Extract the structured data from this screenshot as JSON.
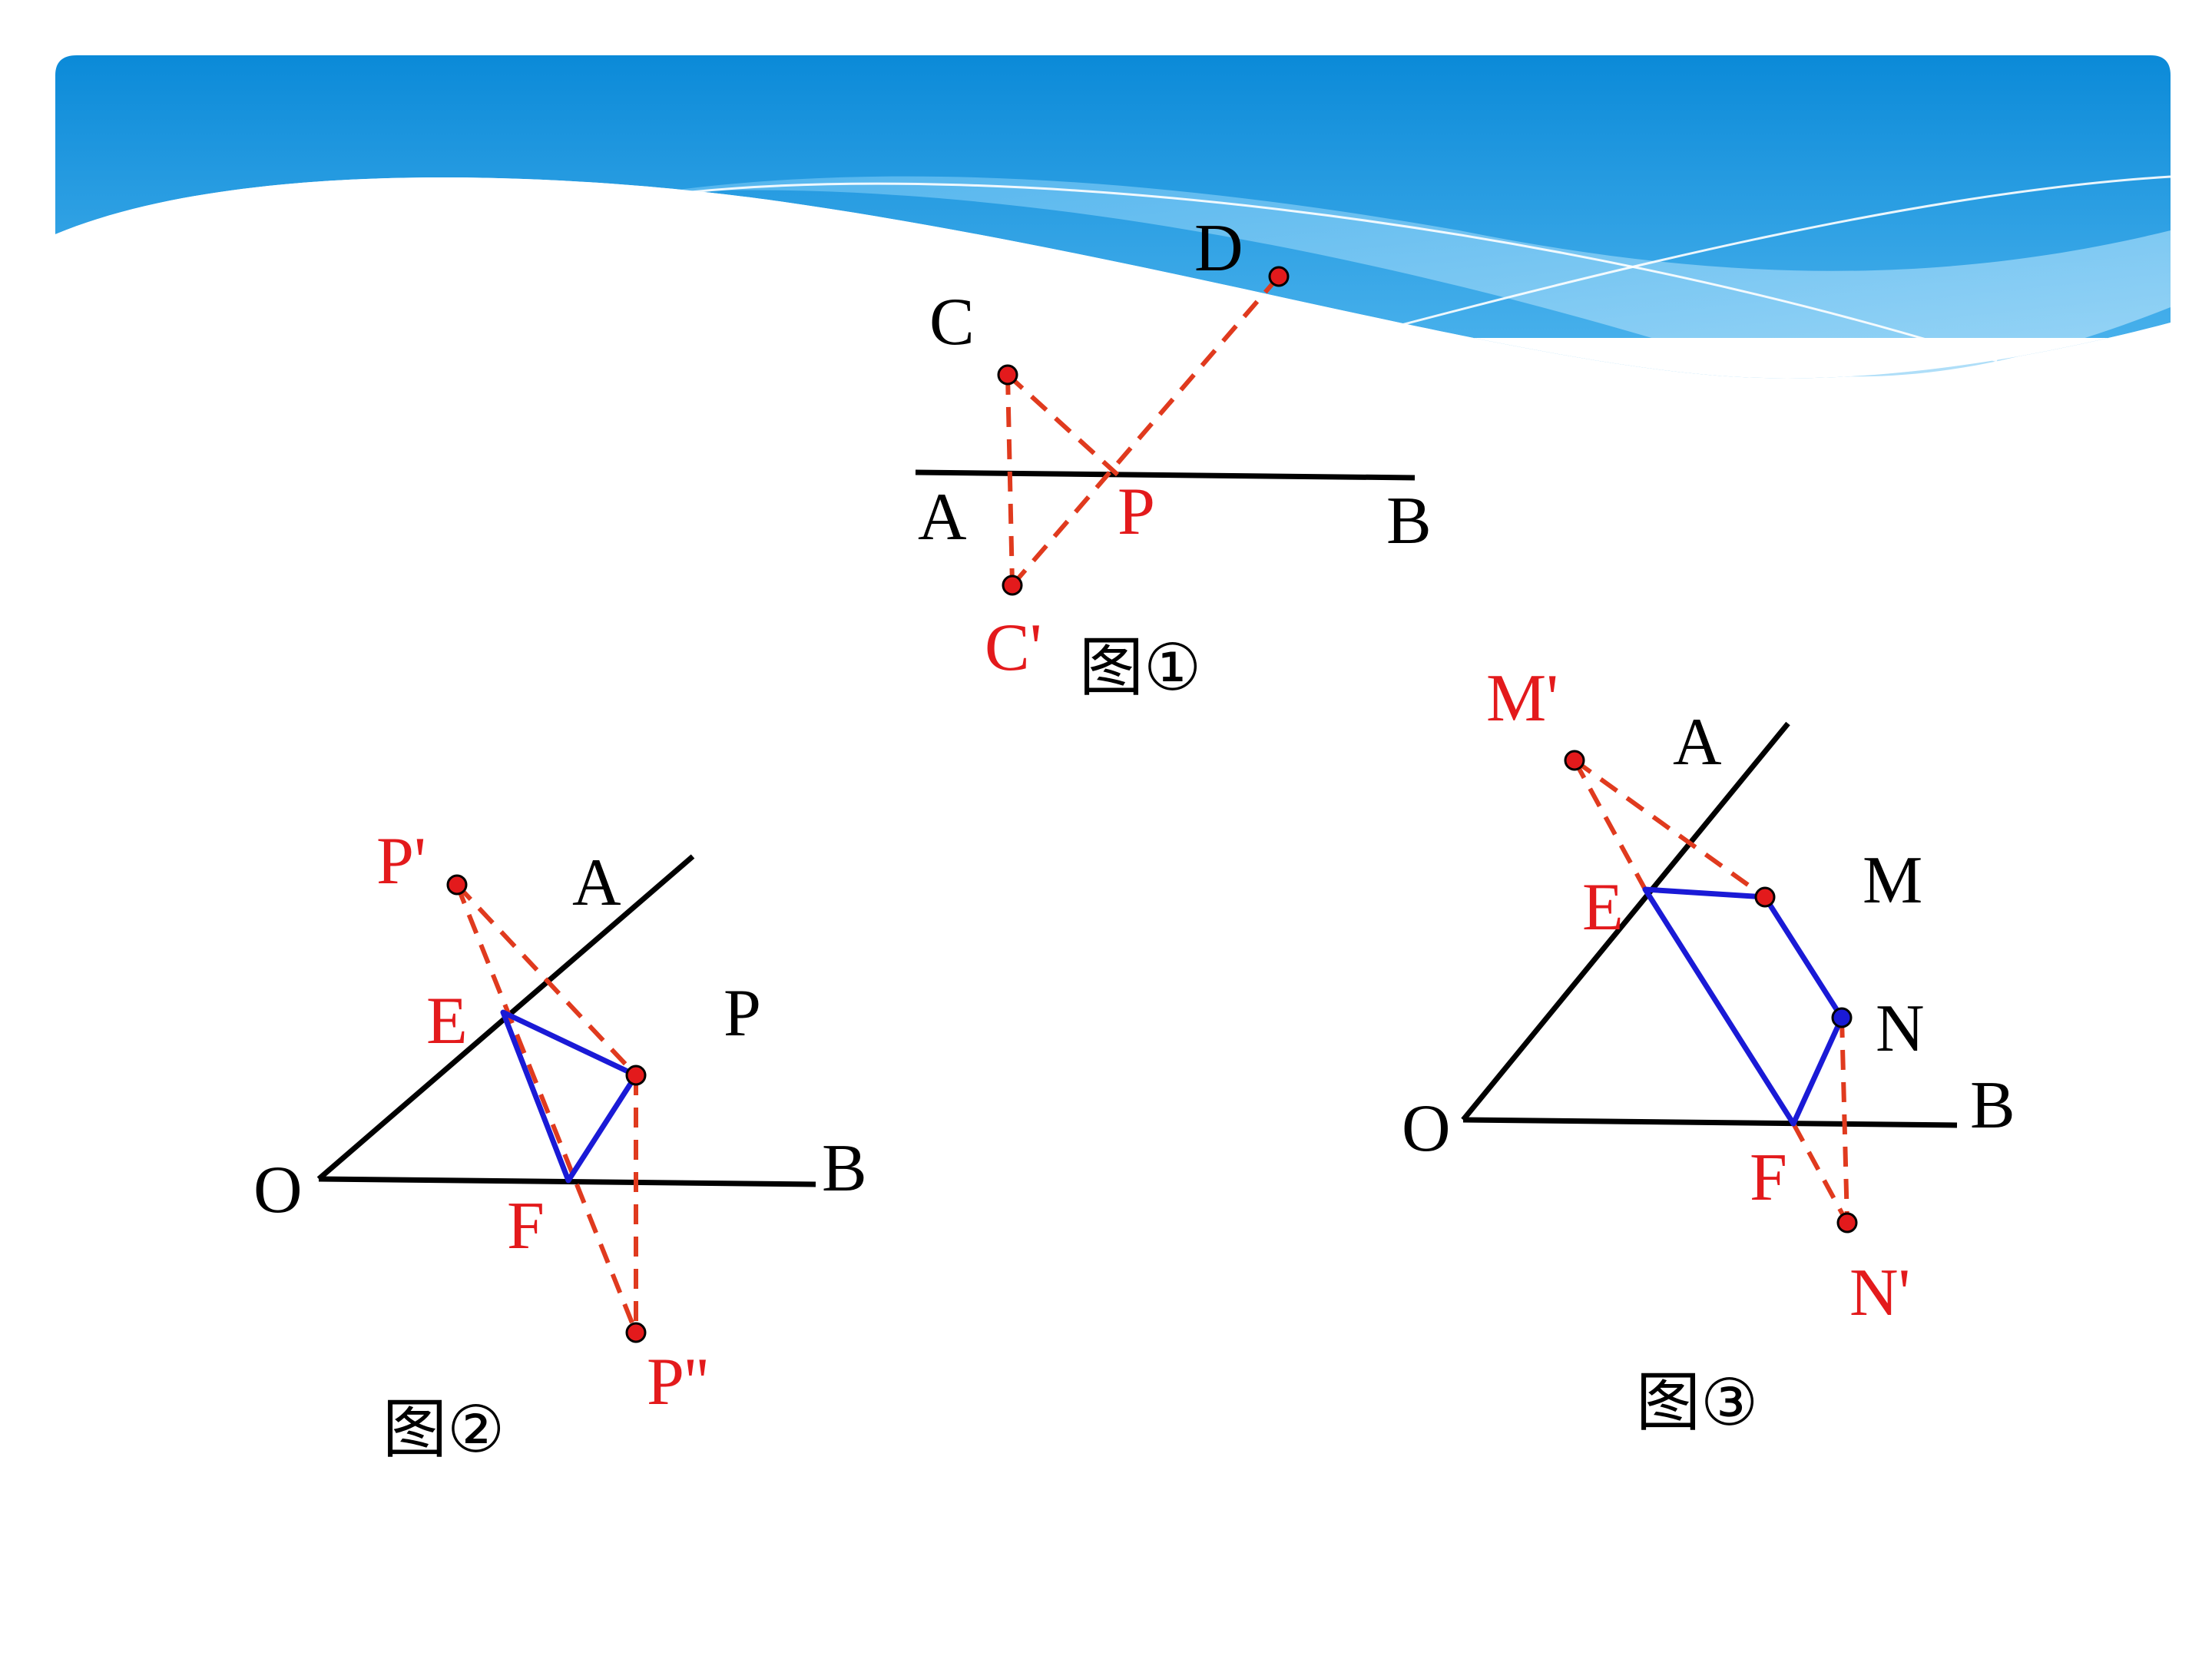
{
  "colors": {
    "banner_top": "#0f8fdc",
    "banner_light": "#8ccff5",
    "line": "#000000",
    "construction": "#e03a1e",
    "path": "#1a1ad6",
    "point_red": "#e31a1c",
    "label_black": "#000000",
    "label_red": "#e31a1c"
  },
  "figure1": {
    "caption": "图①",
    "labels": {
      "A": "A",
      "B": "B",
      "C": "C",
      "D": "D",
      "P": "P",
      "C_prime": "C'"
    }
  },
  "figure2": {
    "caption": "图②",
    "labels": {
      "O": "O",
      "A": "A",
      "B": "B",
      "P": "P",
      "E": "E",
      "F": "F",
      "P_prime": "P'",
      "P_double_prime": "P''"
    }
  },
  "figure3": {
    "caption": "图③",
    "labels": {
      "O": "O",
      "A": "A",
      "B": "B",
      "M": "M",
      "N": "N",
      "E": "E",
      "F": "F",
      "M_prime": "M'",
      "N_prime": "N'"
    }
  }
}
